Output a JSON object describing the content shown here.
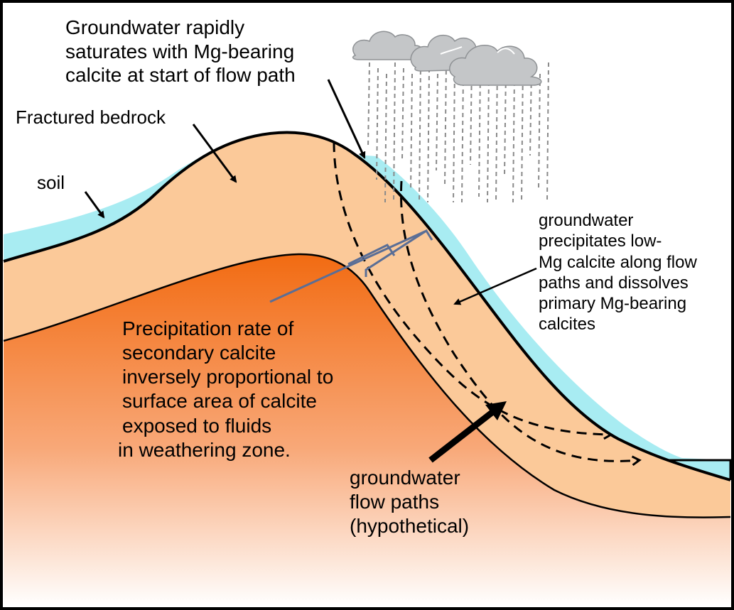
{
  "colors": {
    "soil": "#a8ecf2",
    "bedrock_fractured": "#fbc999",
    "bedrock_deep_top": "#f26b12",
    "bedrock_deep_bottom": "#ffffff",
    "line": "#000000",
    "bracket": "#5a6e96",
    "rain": "#8a8a8a",
    "cloud": "#c4c6c8"
  },
  "labels": {
    "groundwater_saturates": {
      "lines": [
        "Groundwater rapidly",
        "saturates with Mg-bearing",
        "calcite at start of flow path"
      ]
    },
    "fractured_bedrock": "Fractured bedrock",
    "soil": "soil",
    "groundwater_precipitates": {
      "lines": [
        "groundwater",
        "precipitates low-",
        "Mg calcite along flow",
        "paths and dissolves",
        "primary Mg-bearing",
        "calcites"
      ]
    },
    "precipitation_rate": {
      "lines": [
        "Precipitation rate of",
        "secondary calcite",
        "inversely proportional to",
        "surface area of calcite",
        "exposed to fluids",
        "in weathering zone."
      ]
    },
    "flow_paths": {
      "lines": [
        "groundwater",
        "flow paths",
        "(hypothetical)"
      ]
    }
  },
  "icons": [
    "rain-cloud-icon",
    "rain-streaks",
    "arrow-icon"
  ]
}
